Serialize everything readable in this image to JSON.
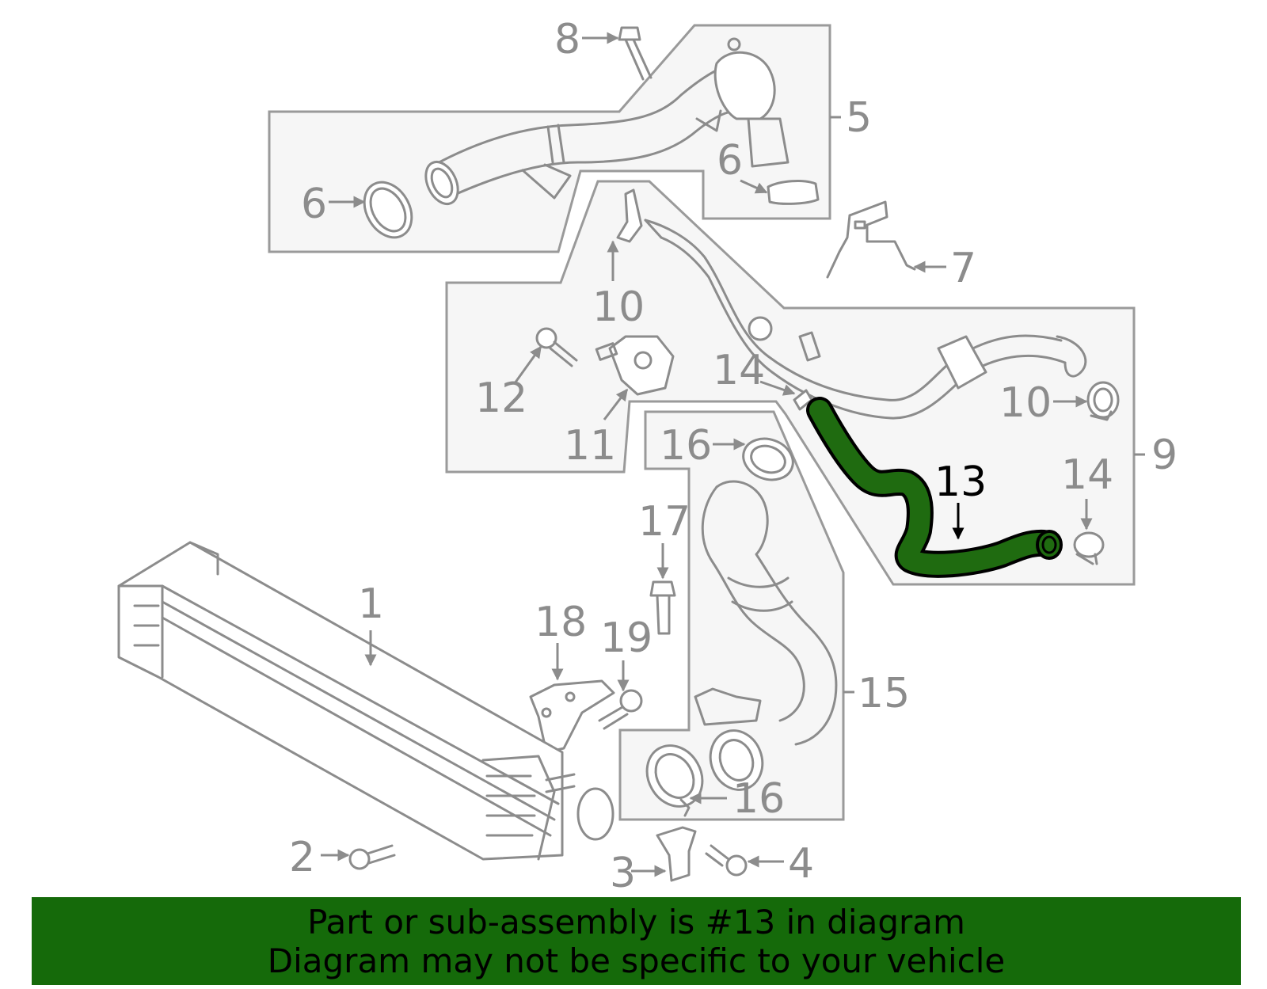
{
  "callouts": {
    "c1": "1",
    "c2": "2",
    "c3": "3",
    "c4": "4",
    "c5": "5",
    "c6a": "6",
    "c6b": "6",
    "c7": "7",
    "c8": "8",
    "c9": "9",
    "c10a": "10",
    "c10b": "10",
    "c11": "11",
    "c12": "12",
    "c13": "13",
    "c14a": "14",
    "c14b": "14",
    "c15": "15",
    "c16a": "16",
    "c16b": "16",
    "c17": "17",
    "c18": "18",
    "c19": "19"
  },
  "highlighted_part": "13",
  "colors": {
    "highlight": "#1f6b10",
    "banner": "#156a0a",
    "line_art": "#8c8c8c",
    "panel": "#f6f6f6"
  },
  "banner": {
    "line1": "Part or sub-assembly is #13 in diagram",
    "line2": "Diagram may not be specific to your vehicle"
  }
}
